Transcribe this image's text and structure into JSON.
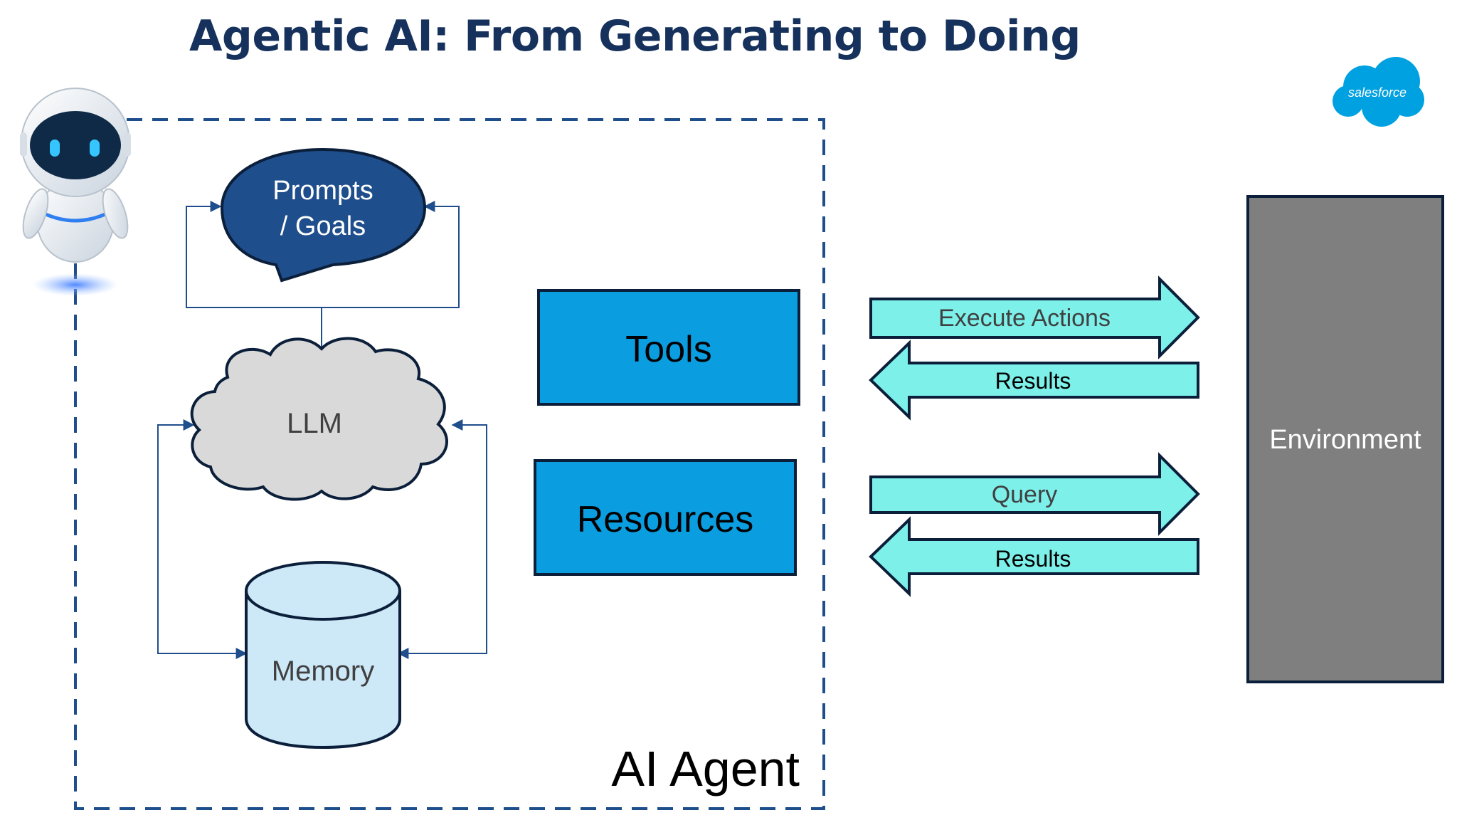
{
  "slide": {
    "title": "Agentic AI: From Generating to Doing"
  },
  "logo": {
    "brand": "salesforce",
    "icon": "salesforce-cloud-icon"
  },
  "mascot": {
    "icon": "robot-mascot-icon"
  },
  "agent": {
    "label": "AI Agent",
    "prompts_line1": "Prompts",
    "prompts_line2": "/ Goals",
    "llm": "LLM",
    "memory": "Memory",
    "tools": "Tools",
    "resources": "Resources"
  },
  "flows": {
    "execute_actions": "Execute Actions",
    "results_tools": "Results",
    "query": "Query",
    "results_resources": "Results"
  },
  "environment": {
    "label": "Environment"
  },
  "colors": {
    "title": "#16325c",
    "prompts_fill": "#1f4e8c",
    "llm_fill": "#d9d9d9",
    "memory_fill": "#cde8f7",
    "box_fill": "#0a9de0",
    "arrow_fill": "#7df0ea",
    "environment_fill": "#7f7f7f",
    "dashed_border": "#1f4e8c",
    "salesforce_blue": "#00a1e0"
  }
}
